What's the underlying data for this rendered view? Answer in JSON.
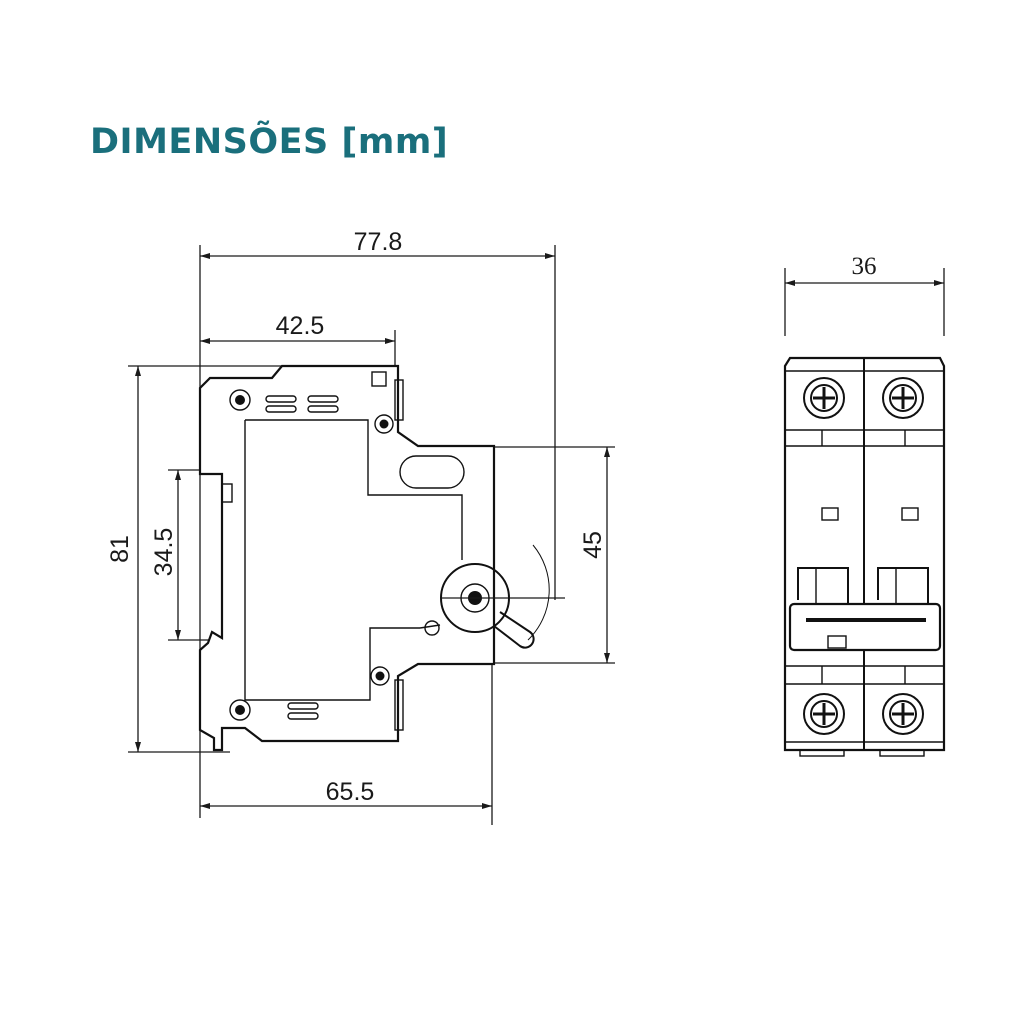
{
  "title": "DIMENSÕES [mm]",
  "dimensions": {
    "overall_depth": "77.8",
    "front_depth": "42.5",
    "body_depth": "65.5",
    "height": "81",
    "rail_height": "34.5",
    "front_height": "45",
    "width": "36"
  },
  "colors": {
    "title": "#1a6f7c",
    "line": "#1a1a1a"
  },
  "poles": 2
}
